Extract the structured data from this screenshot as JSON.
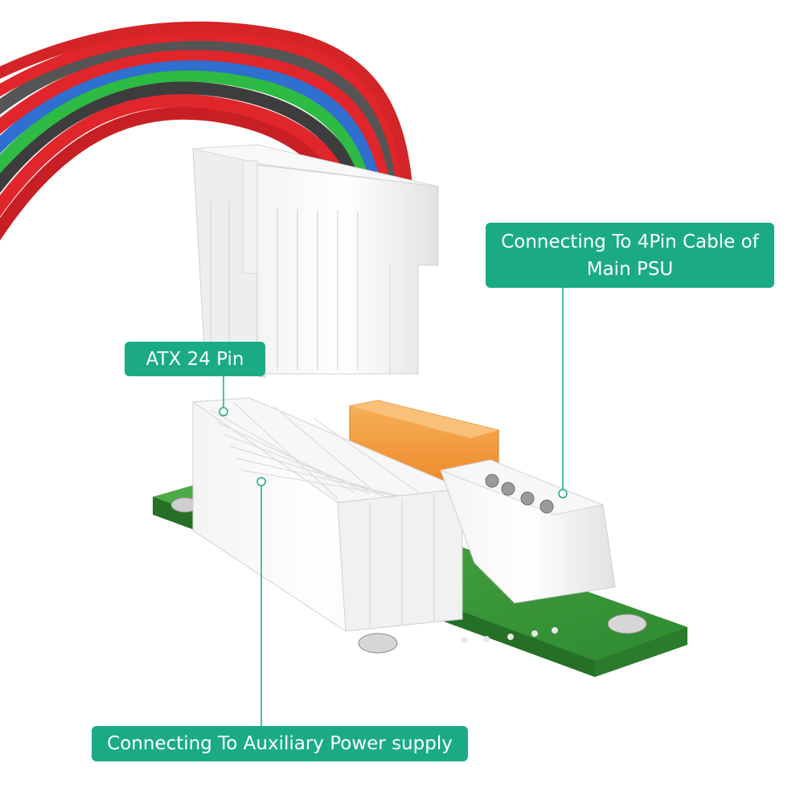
{
  "labels": {
    "main_psu_line1": "Connecting To 4Pin Cable of",
    "main_psu_line2": "Main PSU",
    "atx": "ATX 24 Pin",
    "aux": "Connecting To Auxiliary Power supply"
  },
  "colors": {
    "callout_bg": "#1aab86",
    "callout_text": "#ffffff",
    "pcb_green": "#3e9a3a",
    "wire_red": "#e0262b",
    "wire_gray": "#4a4a4a",
    "wire_green": "#2dbb44",
    "wire_blue": "#2e6fcf",
    "relay_orange": "#f39a3a"
  },
  "icons": {
    "wire_bundle": "wire-bundle-icon",
    "connector": "atx-connector-icon",
    "pcb": "pcb-board-icon"
  }
}
